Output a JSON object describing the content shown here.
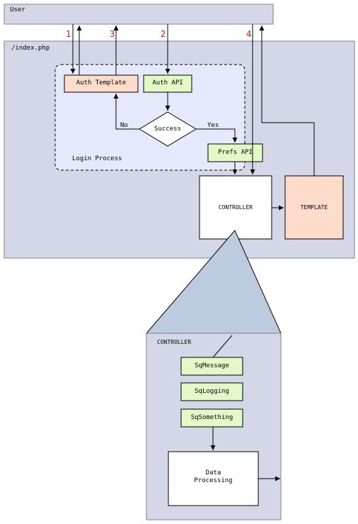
{
  "diagram": {
    "user_label": "User",
    "index_label": "/index.php",
    "login_process_label": "Login Process",
    "auth_template_label": "Auth Template",
    "auth_api_label": "Auth API",
    "success_label": "Success",
    "no_label": "No",
    "yes_label": "Yes",
    "prefs_api_label": "Prefs API",
    "controller_label": "CONTROLLER",
    "template_label": "TEMPLATE",
    "step_numbers": [
      "1",
      "3",
      "2",
      "4"
    ],
    "detail": {
      "title": "CONTROLLER",
      "modules": [
        "SqMessage",
        "SqLogging",
        "SqSomething"
      ],
      "data_processing": "Data\nProcessing"
    }
  },
  "colors": {
    "outer_fill": "#d4d7e8",
    "login_fill": "#e6e9fc",
    "auth_template_fill": "#fddccc",
    "api_fill": "#e4f9c6",
    "template_fill": "#fddccc",
    "triangle_fill": "#bccbe0",
    "step_number_color": "#b02020"
  }
}
